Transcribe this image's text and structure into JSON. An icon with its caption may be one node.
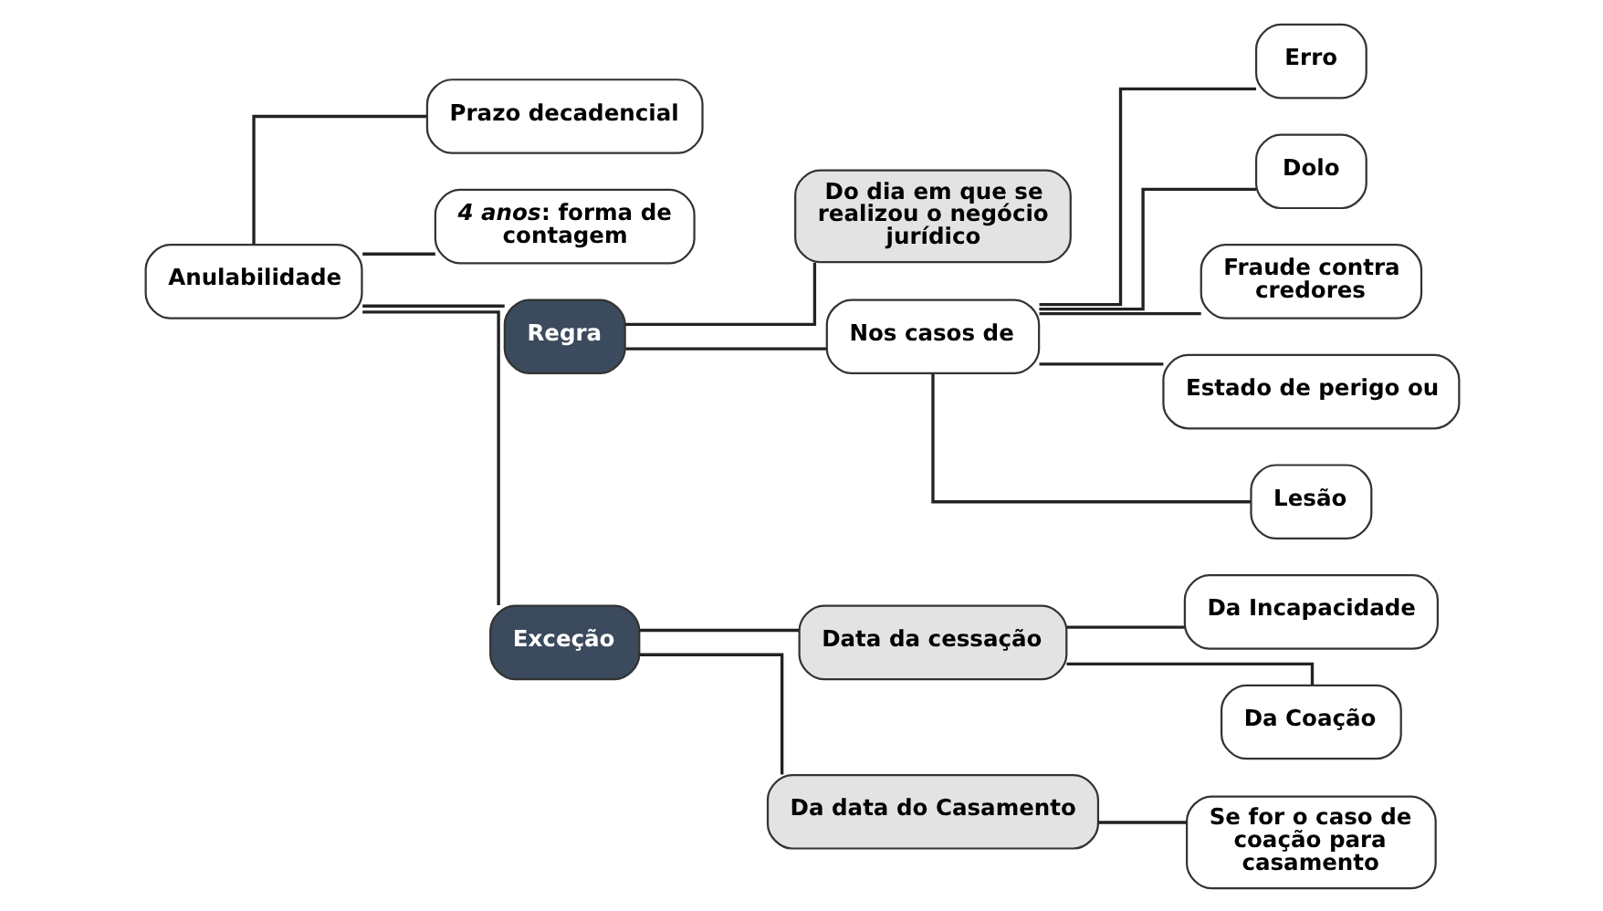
{
  "diagram": {
    "nodes": [
      {
        "text": [
          "Anulabilidade"
        ]
      },
      {
        "text": [
          "Prazo decadencial"
        ]
      },
      {
        "text": [
          "*4 anos*: forma de contagem"
        ]
      },
      {
        "text": [
          "Regra"
        ]
      },
      {
        "text": [
          "Exceção"
        ]
      },
      {
        "text": [
          "Do dia em que se realizou o negócio jurídico"
        ]
      },
      {
        "text": [
          "Nos casos de"
        ]
      },
      {
        "text": [
          "Erro"
        ]
      },
      {
        "text": [
          "Dolo"
        ]
      },
      {
        "text": [
          "Fraude contra credores"
        ]
      },
      {
        "text": [
          "Estado de perigo ou"
        ]
      },
      {
        "text": [
          "Lesão"
        ]
      },
      {
        "text": [
          "Data da cessação"
        ]
      },
      {
        "text": [
          "Da data do Casamento"
        ]
      },
      {
        "text": [
          "Da Incapacidade"
        ]
      },
      {
        "text": [
          "Da Coação"
        ]
      },
      {
        "text": [
          "Se for o caso de coação para casamento"
        ]
      }
    ],
    "edges": [
      {
        "from": 0,
        "to": 1,
        "arrow": "none"
      },
      {
        "from": 0,
        "to": 2,
        "arrow": "none"
      },
      {
        "from": 0,
        "to": 3,
        "arrow": "none"
      },
      {
        "from": 0,
        "to": 4,
        "arrow": "none"
      },
      {
        "from": 3,
        "to": 5,
        "arrow": "none"
      },
      {
        "from": 3,
        "to": 6,
        "arrow": "none"
      },
      {
        "from": 6,
        "to": 7,
        "arrow": "none"
      },
      {
        "from": 6,
        "to": 8,
        "arrow": "none"
      },
      {
        "from": 6,
        "to": 9,
        "arrow": "none"
      },
      {
        "from": 6,
        "to": 10,
        "arrow": "none"
      },
      {
        "from": 6,
        "to": 11,
        "arrow": "none"
      },
      {
        "from": 4,
        "to": 12,
        "arrow": "none"
      },
      {
        "from": 4,
        "to": 13,
        "arrow": "none"
      },
      {
        "from": 12,
        "to": 14,
        "arrow": "none"
      },
      {
        "from": 12,
        "to": 15,
        "arrow": "none"
      },
      {
        "from": 13,
        "to": 16,
        "arrow": "none"
      }
    ]
  }
}
